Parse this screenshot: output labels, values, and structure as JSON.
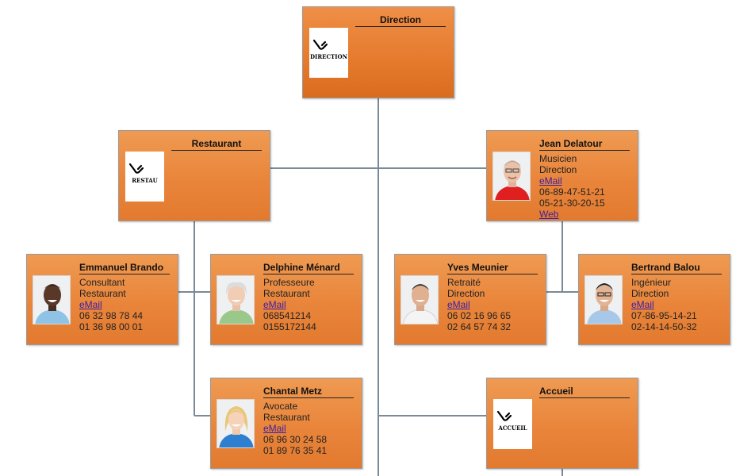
{
  "org_chart": {
    "direction": {
      "title": "Direction",
      "logo_text": "DIRECTION"
    },
    "restaurant": {
      "title": "Restaurant",
      "logo_text": "RESTAU"
    },
    "accueil": {
      "title": "Accueil",
      "logo_text": "ACCUEIL"
    },
    "people": {
      "jean": {
        "name": "Jean Delatour",
        "role": "Musicien",
        "dept": "Direction",
        "email": "eMail",
        "phone1": "06-89-47-51-21",
        "phone2": "05-21-30-20-15",
        "web": "Web"
      },
      "emmanuel": {
        "name": "Emmanuel Brando",
        "role": "Consultant",
        "dept": "Restaurant",
        "email": "eMail",
        "phone1": "06 32 98 78 44",
        "phone2": "01 36 98 00 01"
      },
      "delphine": {
        "name": "Delphine Ménard",
        "role": "Professeure",
        "dept": "Restaurant",
        "email": "eMail",
        "phone1": "068541214",
        "phone2": "0155172144"
      },
      "yves": {
        "name": "Yves Meunier",
        "role": "Retraité",
        "dept": "Direction",
        "email": "eMail",
        "phone1": "06 02 16 96 65",
        "phone2": "02 64 57 74 32"
      },
      "bertrand": {
        "name": "Bertrand Balou",
        "role": "Ingénieur",
        "dept": "Direction",
        "email": "eMail",
        "phone1": "07-86-95-14-21",
        "phone2": "02-14-14-50-32"
      },
      "chantal": {
        "name": "Chantal Metz",
        "role": "Avocate",
        "dept": "Restaurant",
        "email": "eMail",
        "phone1": "06 96 30 24 58",
        "phone2": "01 89 76 35 41"
      }
    }
  },
  "colors": {
    "box_fill": "#e9853b",
    "connector": "#7a8a96",
    "link": "#3a1ea8"
  }
}
